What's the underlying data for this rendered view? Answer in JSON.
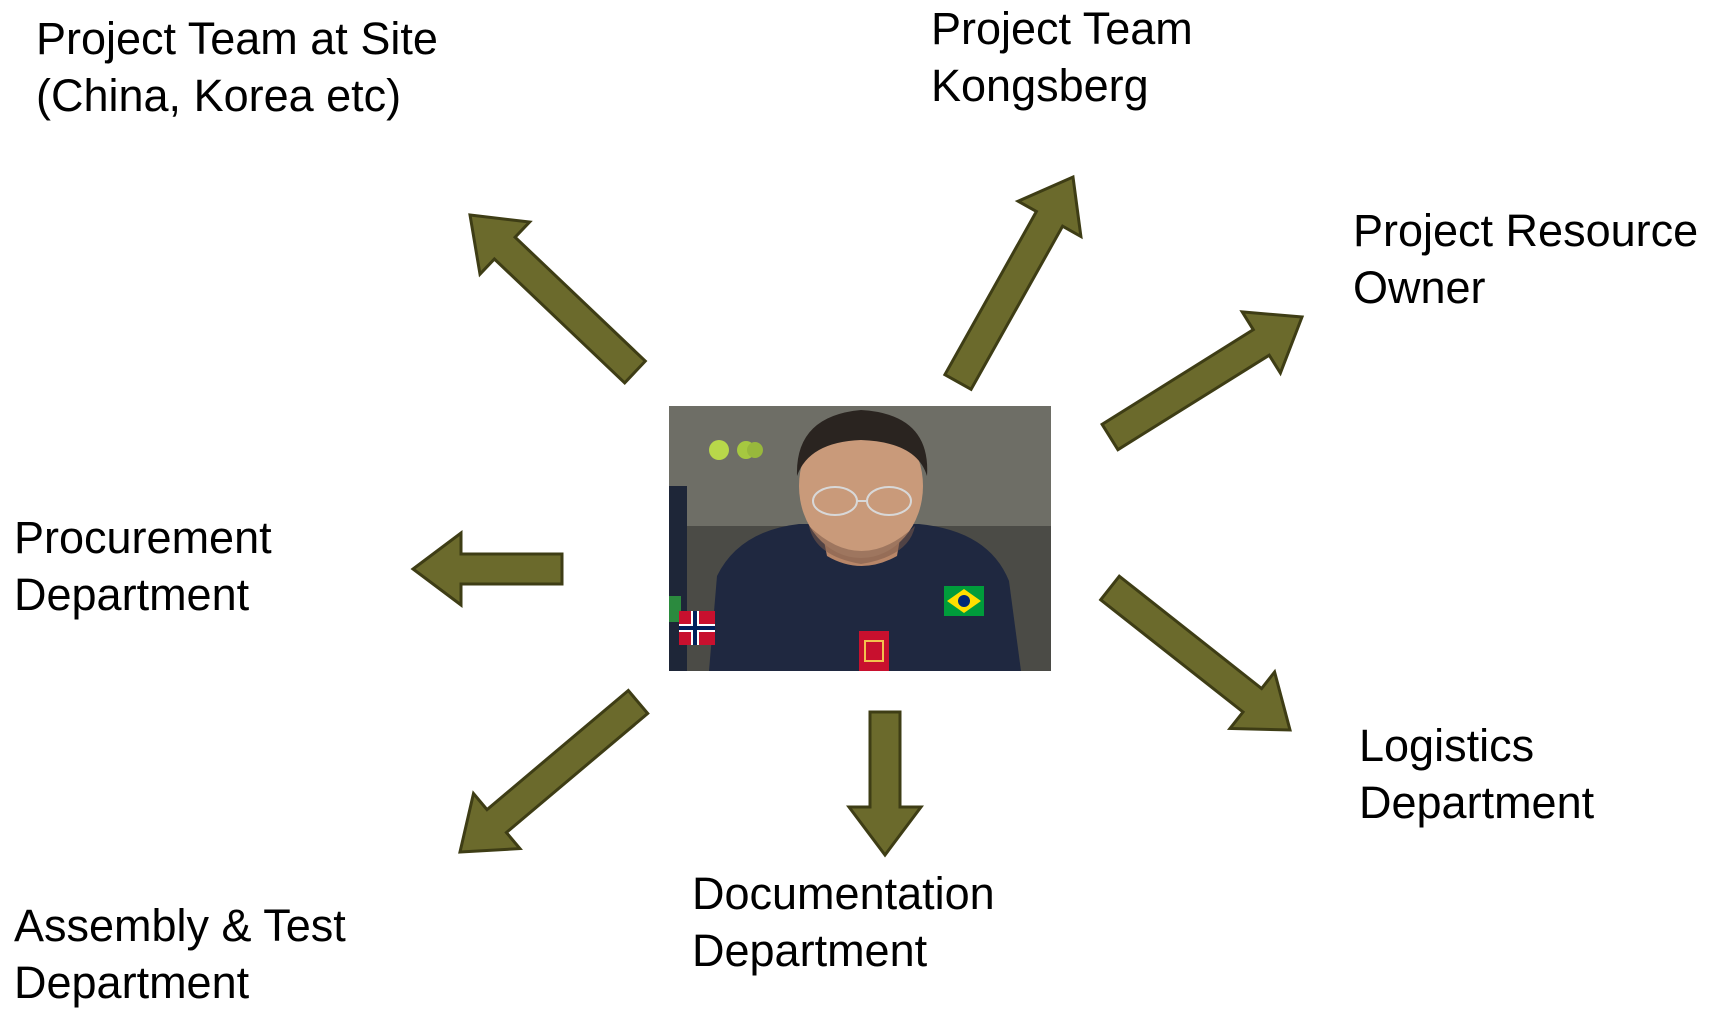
{
  "diagram": {
    "arrow_color": "#6b6a2c",
    "arrow_outline": "#3e3d15",
    "center": {
      "image": "person-photo",
      "description_icon": "person-in-team-shirt-with-flags"
    },
    "nodes": [
      {
        "id": "site",
        "lines": [
          "Project Team at Site",
          "(China, Korea etc)"
        ]
      },
      {
        "id": "kongsberg",
        "lines": [
          "Project Team",
          "Kongsberg"
        ]
      },
      {
        "id": "resource",
        "lines": [
          "Project Resource",
          "Owner"
        ]
      },
      {
        "id": "procurement",
        "lines": [
          "Procurement",
          "Department"
        ]
      },
      {
        "id": "logistics",
        "lines": [
          "Logistics",
          "Department"
        ]
      },
      {
        "id": "documentation",
        "lines": [
          "Documentation",
          "Department"
        ]
      },
      {
        "id": "assembly",
        "lines": [
          "Assembly & Test",
          "Department"
        ]
      }
    ]
  }
}
